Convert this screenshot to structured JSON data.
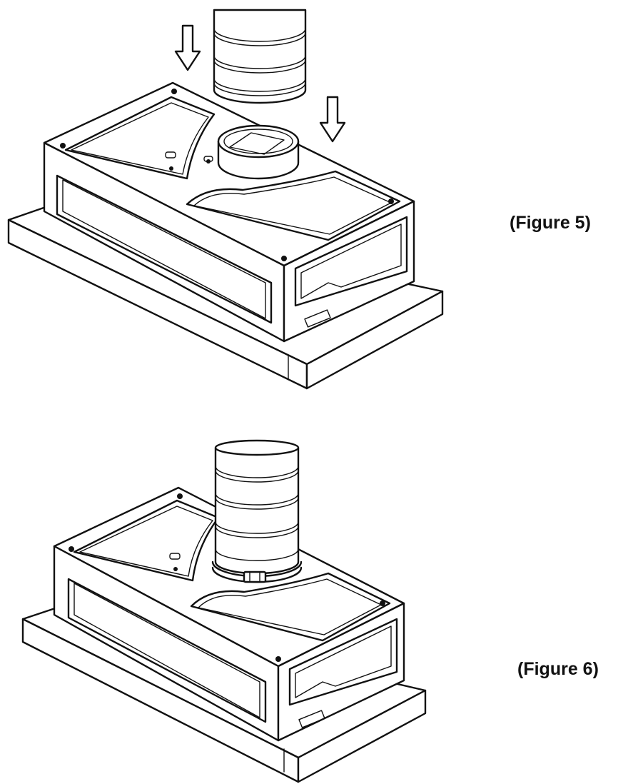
{
  "figures": [
    {
      "id": "fig5",
      "caption": "(Figure 5)",
      "duct": "above",
      "arrows": "down"
    },
    {
      "id": "fig6",
      "caption": "(Figure 6)",
      "duct": "attached",
      "arrows": "none"
    }
  ],
  "colors": {
    "line": "#111111",
    "paper": "#ffffff"
  }
}
